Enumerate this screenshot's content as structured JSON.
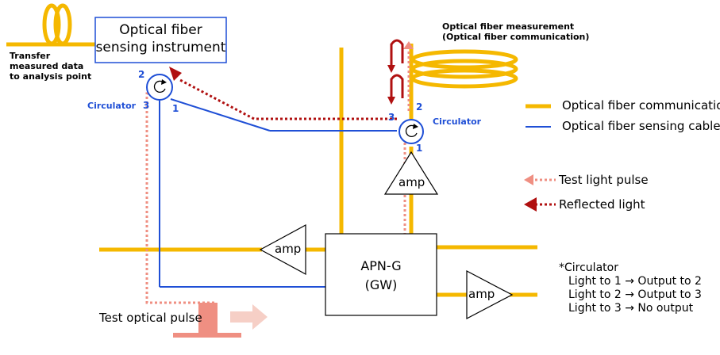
{
  "instrument": {
    "line1": "Optical fiber",
    "line2": "sensing instrument"
  },
  "transfer_note": [
    "Transfer",
    "measured data",
    "to analysis point"
  ],
  "measurement_note": [
    "Optical fiber measurement",
    "(Optical fiber communication)"
  ],
  "circulator_left": {
    "label": "Circulator",
    "port1": "1",
    "port2": "2",
    "port3": "3"
  },
  "circulator_right": {
    "label": "Circulator",
    "port1": "1",
    "port2": "2",
    "port3": "3"
  },
  "amp_label": "amp",
  "gateway": {
    "line1": "APN-G",
    "line2": "(GW)"
  },
  "legend": {
    "communication": "Optical fiber communication",
    "sensing_cable": "Optical fiber sensing cable",
    "test_pulse": "Test light pulse",
    "reflected": "Reflected light"
  },
  "test_pulse_label": "Test optical pulse",
  "circulator_note": {
    "title": "*Circulator",
    "lines": [
      "Light to 1 → Output to 2",
      "Light to 2 → Output to 3",
      "Light to 3 → No output"
    ]
  },
  "colors": {
    "communication": "#f5b800",
    "sensing": "#1f4fd6",
    "test_pulse": "#ef8f82",
    "reflected": "#b01010"
  }
}
